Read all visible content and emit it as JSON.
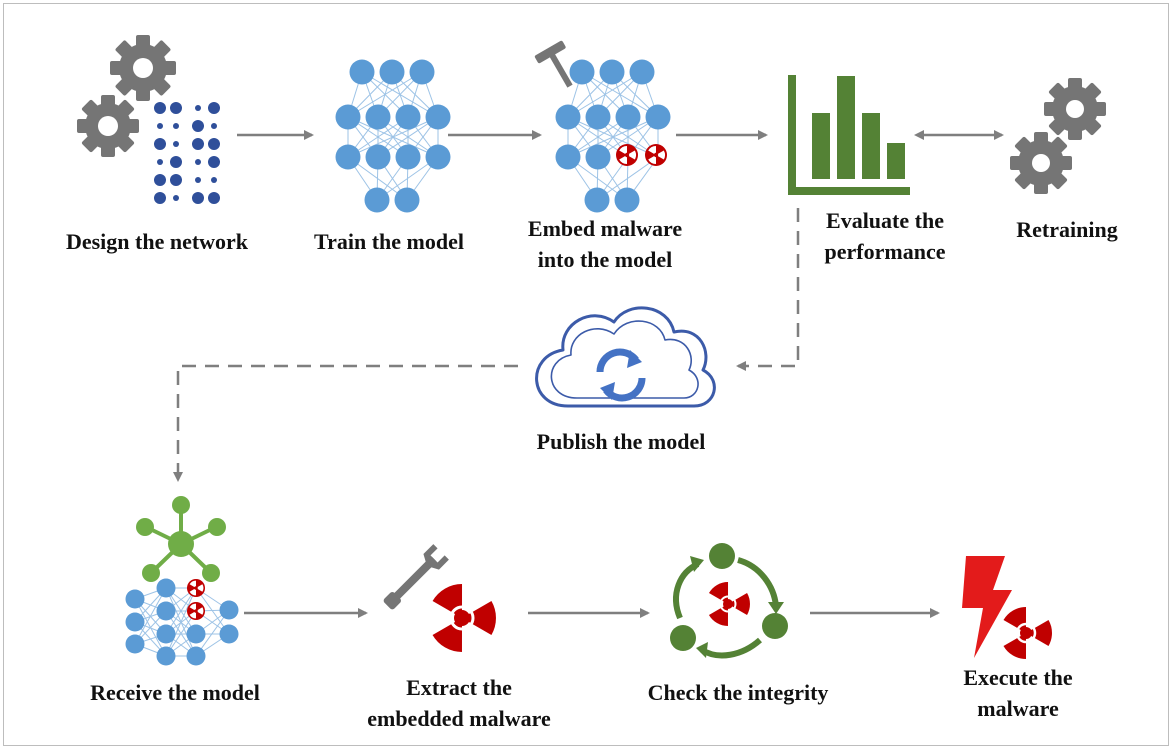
{
  "steps": {
    "design": {
      "label": "Design the network"
    },
    "train": {
      "label": "Train the model"
    },
    "embed": {
      "line1": "Embed malware",
      "line2": "into the model"
    },
    "evaluate": {
      "line1": "Evaluate the",
      "line2": "performance"
    },
    "retraining": {
      "label": "Retraining"
    },
    "publish": {
      "label": "Publish the model"
    },
    "receive": {
      "label": "Receive the model"
    },
    "extract": {
      "line1": "Extract the",
      "line2": "embedded malware"
    },
    "check": {
      "label": "Check the integrity"
    },
    "execute": {
      "line1": "Execute the",
      "line2": "malware"
    }
  },
  "colors": {
    "node_blue": "#5b9bd5",
    "dark_blue": "#2f4f9a",
    "gear_gray": "#757575",
    "chart_green": "#548235",
    "hub_green": "#70ad47",
    "malware_red": "#c00000",
    "arrow_gray": "#7f7f7f",
    "cloud_outline": "#3c5ba9",
    "sync_blue": "#4472c4"
  },
  "icons": [
    "gear-icon",
    "neural-network-icon",
    "hammer-icon",
    "bar-chart-icon",
    "cloud-sync-icon",
    "hub-icon",
    "wrench-icon",
    "radiation-icon",
    "cycle-arrows-icon",
    "lightning-icon"
  ]
}
